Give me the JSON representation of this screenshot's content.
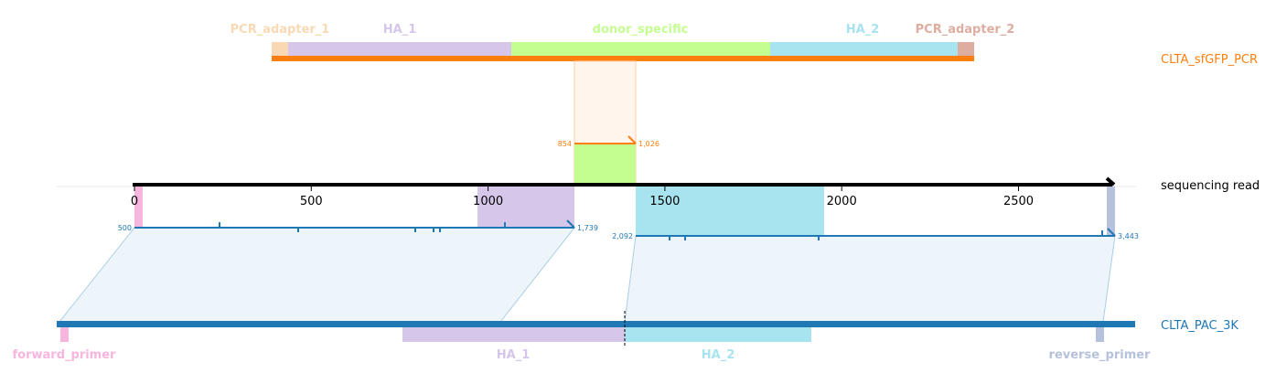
{
  "colors": {
    "pcr_adapter_1": "#f9d9b4",
    "pcr_adapter_2": "#ddaea0",
    "ha_1": "#d6c6ea",
    "ha_2": "#a8e4ef",
    "donor_specific": "#c4fe91",
    "forward_primer": "#f8b5de",
    "reverse_primer": "#b6c1dc",
    "orange": "#ff7f0e",
    "blue": "#1f77b4",
    "link_fill": "#eef5fa",
    "link_stroke": "#aacde6",
    "orange_fill": "#fff5ec",
    "orange_stroke": "#ffcfa6",
    "black": "#000000"
  },
  "tracks": {
    "top": {
      "name": "CLTA_sfGFP_PCR"
    },
    "middle": {
      "name": "sequencing read"
    },
    "bottom": {
      "name": "CLTA_PAC_3K"
    }
  },
  "top_features": [
    {
      "key": "pcr_adapter_1",
      "label": "PCR_adapter_1",
      "label_color": "#f9d9b4"
    },
    {
      "key": "ha_1",
      "label": "HA_1",
      "label_color": "#d6c6ea"
    },
    {
      "key": "donor_specific",
      "label": "donor_specific",
      "label_color": "#c4fe91"
    },
    {
      "key": "ha_2",
      "label": "HA_2",
      "label_color": "#a8e4ef"
    },
    {
      "key": "pcr_adapter_2",
      "label": "PCR_adapter_2",
      "label_color": "#ddaea0"
    }
  ],
  "bottom_features": [
    {
      "key": "forward_primer",
      "label": "forward_primer",
      "label_color": "#f8b5de"
    },
    {
      "key": "ha_1",
      "label": "HA_1",
      "label_color": "#d6c6ea"
    },
    {
      "key": "ha_2",
      "label": "HA_2",
      "label_color": "#a8e4ef"
    },
    {
      "key": "reverse_primer",
      "label": "reverse_primer",
      "label_color": "#b6c1dc"
    }
  ],
  "axis": {
    "min": 0,
    "max": 2780,
    "ticks": [
      {
        "value": 0,
        "label": "0"
      },
      {
        "value": 500,
        "label": "500"
      },
      {
        "value": 1000,
        "label": "1000"
      },
      {
        "value": 1500,
        "label": "1500"
      },
      {
        "value": 2000,
        "label": "2000"
      },
      {
        "value": 2500,
        "label": "2500"
      }
    ]
  },
  "alignments": {
    "top": {
      "start_label": "854",
      "end_label": "1,026"
    },
    "left": {
      "start_label": "500",
      "end_label": "1,739"
    },
    "right": {
      "start_label": "2,092",
      "end_label": "3,443"
    }
  }
}
